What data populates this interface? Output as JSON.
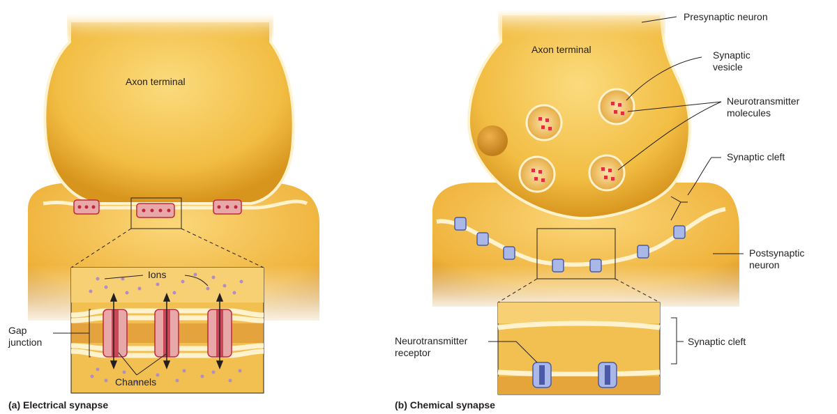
{
  "panel_a": {
    "caption": "(a) Electrical synapse",
    "labels": {
      "axon_terminal": "Axon terminal",
      "ions": "Ions",
      "gap_junction_line1": "Gap",
      "gap_junction_line2": "junction",
      "channels": "Channels"
    }
  },
  "panel_b": {
    "caption": "(b) Chemical synapse",
    "labels": {
      "axon_terminal": "Axon terminal",
      "presynaptic_neuron": "Presynaptic neuron",
      "synaptic_vesicle_line1": "Synaptic",
      "synaptic_vesicle_line2": "vesicle",
      "neurotransmitter_molecules_line1": "Neurotransmitter",
      "neurotransmitter_molecules_line2": "molecules",
      "synaptic_cleft": "Synaptic cleft",
      "postsynaptic_neuron_line1": "Postsynaptic",
      "postsynaptic_neuron_line2": "neuron",
      "synaptic_cleft_inset": "Synaptic cleft",
      "receptor_line1": "Neurotransmitter",
      "receptor_line2": "receptor"
    }
  },
  "colors": {
    "cytoplasm": "#f0b93a",
    "cytoplasm_light": "#fbdf8a",
    "membrane": "#fff3cf",
    "membrane_edge": "#b9771c",
    "gap_channel": "#e9a8a8",
    "channel_core": "#c0273c",
    "ion": "#b08cc8",
    "receptor": "#a9b8e6",
    "receptor_dark": "#4a5aa8",
    "neurotransmitter": "#e0303c"
  }
}
